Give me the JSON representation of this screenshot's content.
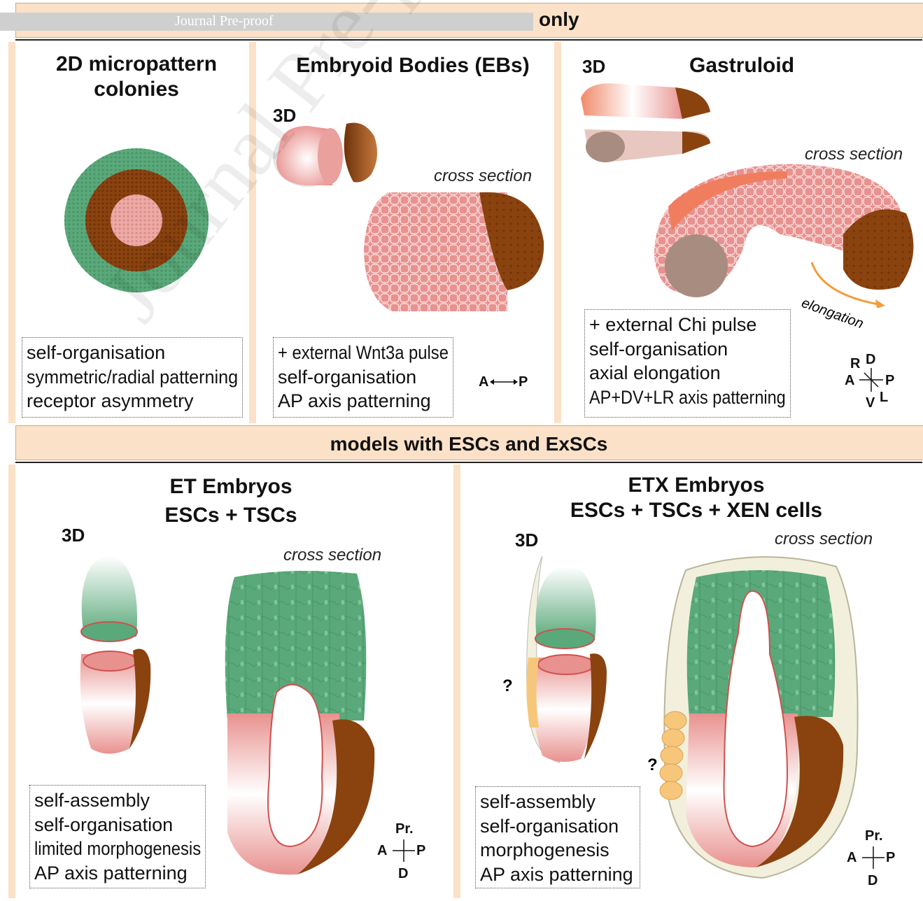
{
  "header": {
    "journal_banner": "Journal Pre-proof",
    "top_band_text": "only"
  },
  "watermark": "Journal Pre-proof",
  "panels": {
    "micropattern": {
      "title_line1": "2D micropattern",
      "title_line2": "colonies",
      "notes": [
        "self-organisation",
        "symmetric/radial patterning",
        "receptor asymmetry"
      ],
      "colors": {
        "outer": "#5aa97a",
        "middle": "#8a420f",
        "inner": "#eeaaa6"
      }
    },
    "embryoid": {
      "title": "Embryoid Bodies (EBs)",
      "label_3d": "3D",
      "cross_section": "cross section",
      "notes": [
        "+ external Wnt3a pulse",
        "self-organisation",
        "AP axis patterning"
      ],
      "axis": {
        "left": "A",
        "right": "P"
      }
    },
    "gastruloid": {
      "label_3d": "3D",
      "title": "Gastruloid",
      "cross_section": "cross section",
      "elongation": "elongation",
      "notes": [
        "+ external Chi pulse",
        "self-organisation",
        "axial elongation",
        "AP+DV+LR axis patterning"
      ],
      "axis": {
        "r": "R",
        "d": "D",
        "a": "A",
        "p": "P",
        "v": "V",
        "l": "L"
      }
    },
    "middle_band": "models with ESCs and ExSCs",
    "et": {
      "title_line1": "ET Embryos",
      "title_line2": "ESCs + TSCs",
      "label_3d": "3D",
      "cross_section": "cross section",
      "notes": [
        "self-assembly",
        "self-organisation",
        "limited morphogenesis",
        "AP axis patterning"
      ],
      "axis": {
        "top": "Pr.",
        "left": "A",
        "right": "P",
        "bottom": "D"
      }
    },
    "etx": {
      "title_line1": "ETX Embryos",
      "title_line2": "ESCs + TSCs + XEN cells",
      "label_3d": "3D",
      "cross_section": "cross section",
      "question_mark": "?",
      "notes": [
        "self-assembly",
        "self-organisation",
        "morphogenesis",
        "AP axis patterning"
      ],
      "axis": {
        "top": "Pr.",
        "left": "A",
        "right": "P",
        "bottom": "D"
      }
    }
  },
  "colors": {
    "band": "#fbe1c7",
    "green": "#5aa97a",
    "brown": "#8a420f",
    "pink": "#e8928f",
    "orange": "#f39c3d",
    "xen": "#f6c77b"
  }
}
